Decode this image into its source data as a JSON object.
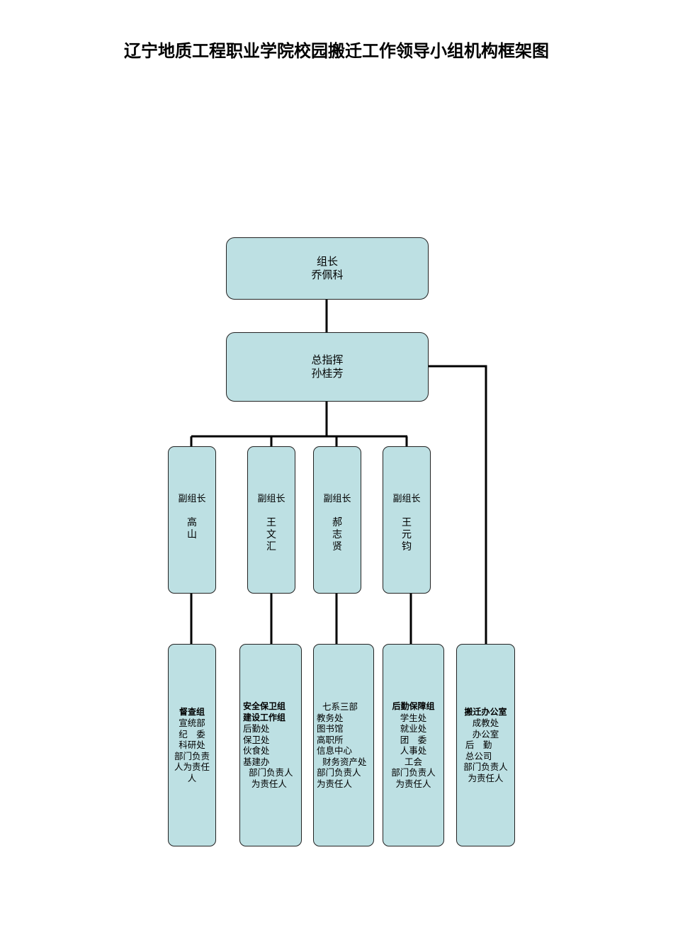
{
  "title": "辽宁地质工程职业学院校园搬迁工作领导小组机构框架图",
  "leader": {
    "role": "组长",
    "name": "乔佩科"
  },
  "commander": {
    "role": "总指挥",
    "name": "孙桂芳"
  },
  "deputies": [
    {
      "role": "副组长",
      "name": "高 山"
    },
    {
      "role": "副组长",
      "name": "王文汇"
    },
    {
      "role": "副组长",
      "name": "郝志贤"
    },
    {
      "role": "副组长",
      "name": "王元钧"
    }
  ],
  "groups": [
    {
      "heads": [
        "督查组"
      ],
      "lines": [
        "宣统部",
        "纪　委",
        "科研处",
        "部门负责",
        "人为责任",
        "人"
      ]
    },
    {
      "heads": [
        "安全保卫组",
        "建设工作组"
      ],
      "lines": [
        "后勤处",
        "保卫处",
        "伙食处",
        "基建办",
        "  部门负责人",
        "   为责任人"
      ]
    },
    {
      "heads": [],
      "lines": [
        "  七系三部",
        "教务处",
        "图书馆",
        "高职所",
        "信息中心",
        "  财务资产处",
        "部门负责人",
        "为责任人"
      ]
    },
    {
      "heads": [
        "后勤保障组"
      ],
      "lines": [
        "学生处",
        "就业处",
        "团　委",
        "人事处",
        "工会",
        "部门负责人",
        "为责任人"
      ]
    },
    {
      "heads": [
        "搬迁办公室"
      ],
      "lines": [
        "成教处",
        "办公室",
        "后　勤     ",
        "总公司     ",
        "部门负责人",
        "为责任人"
      ]
    }
  ]
}
